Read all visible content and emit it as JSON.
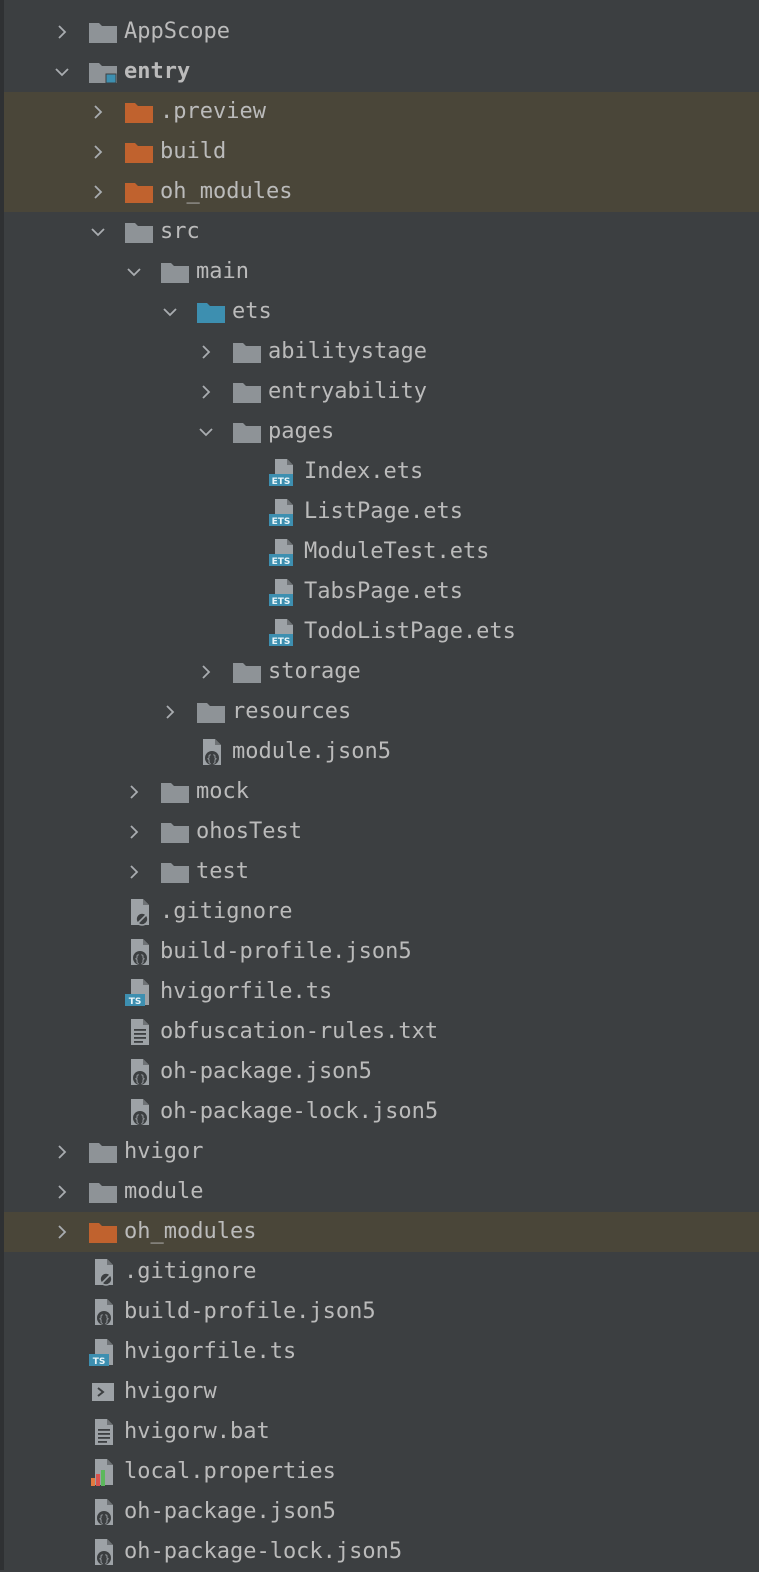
{
  "colors": {
    "background": "#3c3f41",
    "text": "#bbbbbb",
    "folder": "#8e9397",
    "excluded_folder": "#c0622e",
    "source_folder": "#3d8fb0",
    "excluded_row": "#4a4639",
    "ets_badge": "#3d8fb0"
  },
  "tree": [
    {
      "label": "AppScope",
      "depth": 0,
      "type": "folder",
      "expand": "collapsed"
    },
    {
      "label": "entry",
      "depth": 0,
      "type": "module",
      "expand": "expanded",
      "bold": true
    },
    {
      "label": ".preview",
      "depth": 1,
      "type": "excluded",
      "expand": "collapsed"
    },
    {
      "label": "build",
      "depth": 1,
      "type": "excluded",
      "expand": "collapsed"
    },
    {
      "label": "oh_modules",
      "depth": 1,
      "type": "excluded",
      "expand": "collapsed"
    },
    {
      "label": "src",
      "depth": 1,
      "type": "folder",
      "expand": "expanded"
    },
    {
      "label": "main",
      "depth": 2,
      "type": "folder",
      "expand": "expanded"
    },
    {
      "label": "ets",
      "depth": 3,
      "type": "source",
      "expand": "expanded"
    },
    {
      "label": "abilitystage",
      "depth": 4,
      "type": "folder",
      "expand": "collapsed"
    },
    {
      "label": "entryability",
      "depth": 4,
      "type": "folder",
      "expand": "collapsed"
    },
    {
      "label": "pages",
      "depth": 4,
      "type": "folder",
      "expand": "expanded"
    },
    {
      "label": "Index.ets",
      "depth": 5,
      "type": "ets",
      "expand": "none"
    },
    {
      "label": "ListPage.ets",
      "depth": 5,
      "type": "ets",
      "expand": "none"
    },
    {
      "label": "ModuleTest.ets",
      "depth": 5,
      "type": "ets",
      "expand": "none"
    },
    {
      "label": "TabsPage.ets",
      "depth": 5,
      "type": "ets",
      "expand": "none"
    },
    {
      "label": "TodoListPage.ets",
      "depth": 5,
      "type": "ets",
      "expand": "none"
    },
    {
      "label": "storage",
      "depth": 4,
      "type": "folder",
      "expand": "collapsed"
    },
    {
      "label": "resources",
      "depth": 3,
      "type": "folder",
      "expand": "collapsed"
    },
    {
      "label": "module.json5",
      "depth": 3,
      "type": "json",
      "expand": "none"
    },
    {
      "label": "mock",
      "depth": 2,
      "type": "folder",
      "expand": "collapsed"
    },
    {
      "label": "ohosTest",
      "depth": 2,
      "type": "folder",
      "expand": "collapsed"
    },
    {
      "label": "test",
      "depth": 2,
      "type": "folder",
      "expand": "collapsed"
    },
    {
      "label": ".gitignore",
      "depth": 1,
      "type": "ignore",
      "expand": "none"
    },
    {
      "label": "build-profile.json5",
      "depth": 1,
      "type": "json",
      "expand": "none"
    },
    {
      "label": "hvigorfile.ts",
      "depth": 1,
      "type": "ts",
      "expand": "none"
    },
    {
      "label": "obfuscation-rules.txt",
      "depth": 1,
      "type": "text",
      "expand": "none"
    },
    {
      "label": "oh-package.json5",
      "depth": 1,
      "type": "json",
      "expand": "none"
    },
    {
      "label": "oh-package-lock.json5",
      "depth": 1,
      "type": "json",
      "expand": "none"
    },
    {
      "label": "hvigor",
      "depth": 0,
      "type": "folder",
      "expand": "collapsed"
    },
    {
      "label": "module",
      "depth": 0,
      "type": "folder",
      "expand": "collapsed"
    },
    {
      "label": "oh_modules",
      "depth": 0,
      "type": "excluded",
      "expand": "collapsed"
    },
    {
      "label": ".gitignore",
      "depth": 0,
      "type": "ignore",
      "expand": "none"
    },
    {
      "label": "build-profile.json5",
      "depth": 0,
      "type": "json",
      "expand": "none"
    },
    {
      "label": "hvigorfile.ts",
      "depth": 0,
      "type": "ts",
      "expand": "none"
    },
    {
      "label": "hvigorw",
      "depth": 0,
      "type": "shell",
      "expand": "none"
    },
    {
      "label": "hvigorw.bat",
      "depth": 0,
      "type": "text",
      "expand": "none"
    },
    {
      "label": "local.properties",
      "depth": 0,
      "type": "properties",
      "expand": "none"
    },
    {
      "label": "oh-package.json5",
      "depth": 0,
      "type": "json",
      "expand": "none"
    },
    {
      "label": "oh-package-lock.json5",
      "depth": 0,
      "type": "json",
      "expand": "none"
    }
  ]
}
